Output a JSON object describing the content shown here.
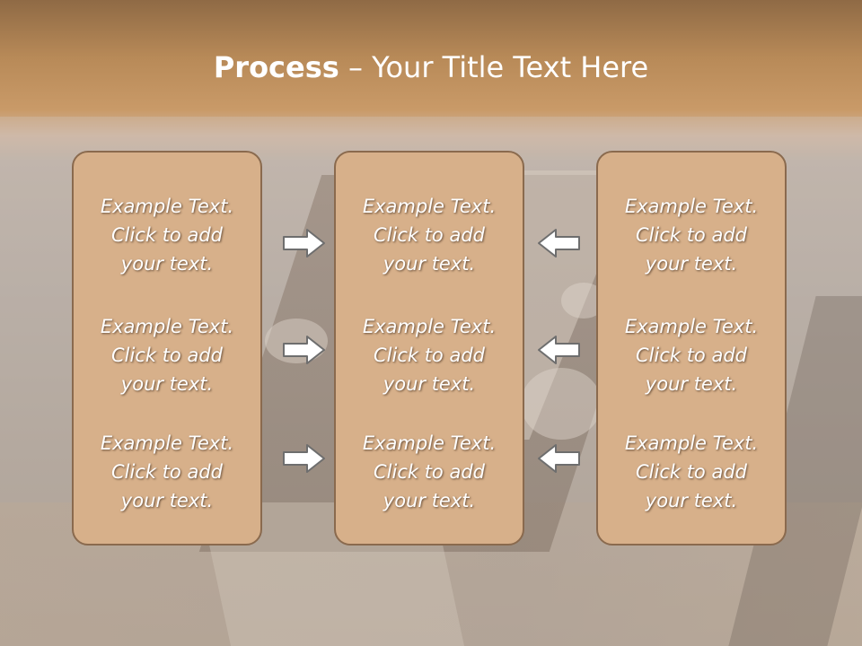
{
  "title": {
    "bold": "Process",
    "rest": " – Your Title Text Here"
  },
  "columns": [
    {
      "entries": [
        {
          "line1": "Example Text.",
          "line2": "Click  to add",
          "line3": "your text."
        },
        {
          "line1": "Example Text.",
          "line2": "Click  to add",
          "line3": "your text."
        },
        {
          "line1": "Example Text.",
          "line2": "Click  to add",
          "line3": "your text."
        }
      ]
    },
    {
      "entries": [
        {
          "line1": "Example Text.",
          "line2": "Click  to add",
          "line3": "your text."
        },
        {
          "line1": "Example Text.",
          "line2": "Click  to add",
          "line3": "your text."
        },
        {
          "line1": "Example Text.",
          "line2": "Click  to add",
          "line3": "your text."
        }
      ]
    },
    {
      "entries": [
        {
          "line1": "Example Text.",
          "line2": "Click  to add",
          "line3": "your text."
        },
        {
          "line1": "Example Text.",
          "line2": "Click  to add",
          "line3": "your text."
        },
        {
          "line1": "Example Text.",
          "line2": "Click  to add",
          "line3": "your text."
        }
      ]
    }
  ],
  "arrows": {
    "left_group": "right-arrow-icon",
    "right_group": "left-arrow-icon"
  },
  "colors": {
    "box_fill": "#d7b08a",
    "box_border": "#8a6a4e",
    "arrow_fill": "#ffffff",
    "arrow_stroke": "#6e6e6e",
    "title_band": "#c99a68"
  }
}
